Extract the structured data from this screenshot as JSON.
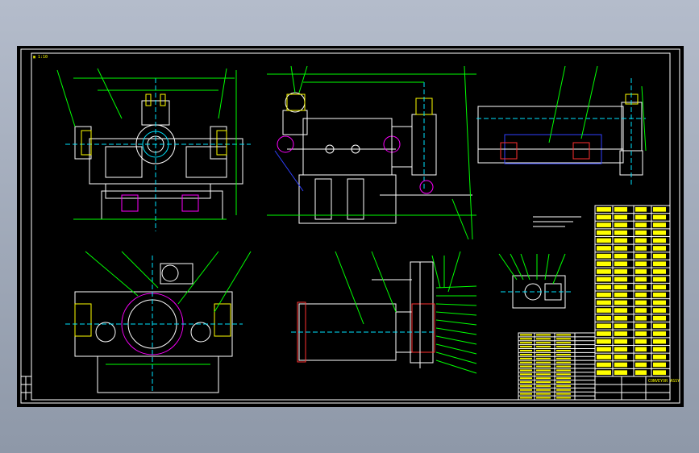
{
  "drawing": {
    "title_block_label": "CONVEYOR ASSY",
    "corner_label": "▣ 1:10",
    "colors": {
      "frame": "#ffffff",
      "line_primary": "#ffffff",
      "line_green": "#00ff00",
      "line_cyan": "#00e5ff",
      "line_yellow": "#ffff00",
      "line_red": "#ff3030",
      "line_blue": "#3040ff",
      "line_magenta": "#ff00ff"
    }
  },
  "tables": {
    "parts_list_rows": 22,
    "bom_rows": 17
  }
}
